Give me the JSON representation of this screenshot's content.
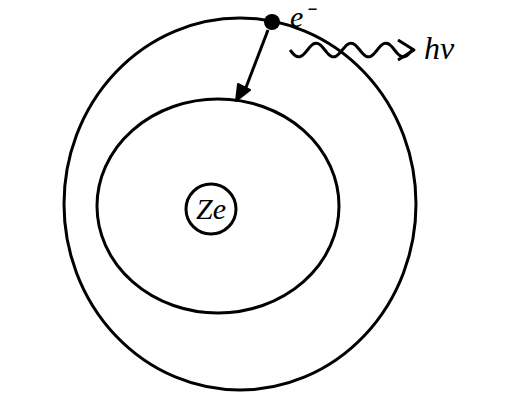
{
  "diagram": {
    "nodes": [
      {
        "text": [
          "Ze"
        ]
      }
    ],
    "labels": [
      "e⁻",
      "hν"
    ]
  }
}
